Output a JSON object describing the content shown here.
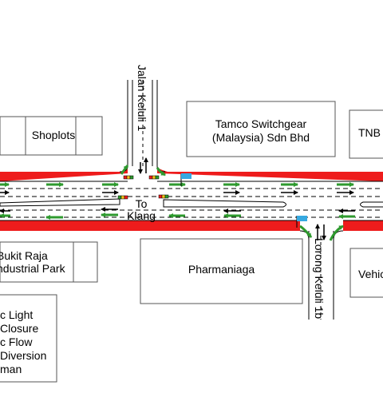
{
  "buildings": {
    "shoplots": "Shoplots",
    "tamco": "Tamco Switchgear\n(Malaysia) Sdn Bhd",
    "tnb": "TNB",
    "bukit_raja": "Bukit Raja\nndustrial Park",
    "pharmaniaga": "Pharmaniaga",
    "vehicle": "Vehic"
  },
  "roads": {
    "jalan_keluli": "Jalan Keluli 1",
    "lorong_keluli": "Lorong Keluli 1b",
    "to_klang": "To\nKlang"
  },
  "legend": {
    "items": [
      "c Light",
      "Closure",
      "c Flow",
      "Diversion",
      "man"
    ]
  },
  "colors": {
    "road_edge": "#ee1c1c",
    "flow_arrow": "#2e9a2e",
    "road_arrow": "#000000",
    "flag": "#36a9e1"
  }
}
